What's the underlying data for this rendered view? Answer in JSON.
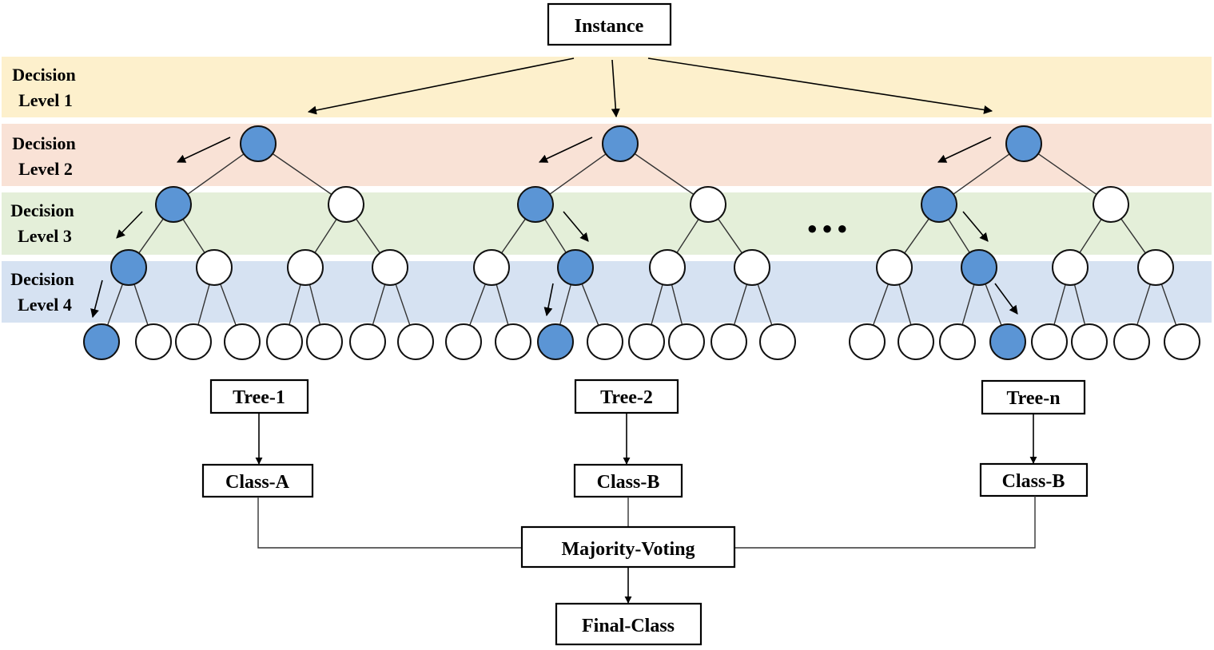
{
  "levels": [
    {
      "label_line1": "Decision",
      "label_line2": "Level 1",
      "color": "#fdf0cc"
    },
    {
      "label_line1": "Decision",
      "label_line2": "Level 2",
      "color": "#f9e2d6"
    },
    {
      "label_line1": "Decision",
      "label_line2": "Level 3",
      "color": "#e4efd9"
    },
    {
      "label_line1": "Decision",
      "label_line2": "Level 4",
      "color": "#d6e2f2"
    }
  ],
  "instance_label": "Instance",
  "ellipsis": "● ● ●",
  "trees": [
    {
      "label": "Tree-1",
      "class_label": "Class-A"
    },
    {
      "label": "Tree-2",
      "class_label": "Class-B"
    },
    {
      "label": "Tree-n",
      "class_label": "Class-B"
    }
  ],
  "voting_label": "Majority-Voting",
  "final_label": "Final-Class",
  "colors": {
    "active_node": "#5b95d5",
    "inactive_node": "#ffffff"
  }
}
